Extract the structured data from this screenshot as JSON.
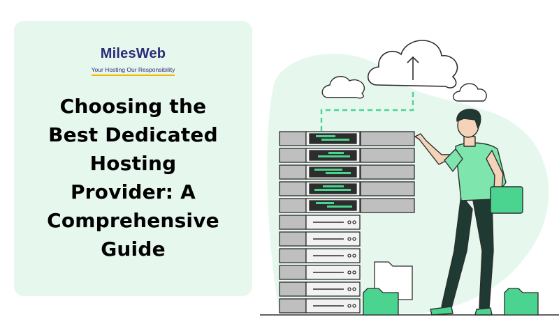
{
  "brand": {
    "name": "MilesWeb",
    "tagline": "Your Hosting Our Responsibility",
    "colors": {
      "navy": "#2b2a7a",
      "accent": "#f5b400",
      "green": "#4bd48f",
      "mint": "#e6f7ee"
    }
  },
  "headline": {
    "lines": [
      "Choosing the",
      "Best Dedicated",
      "Hosting",
      "Provider: A",
      "Comprehensive",
      "Guide"
    ]
  },
  "illustration": {
    "subject": "person-loading-server-rack",
    "icons": [
      "cloud-upload-icon",
      "cloud-icon",
      "folder-icon"
    ]
  }
}
